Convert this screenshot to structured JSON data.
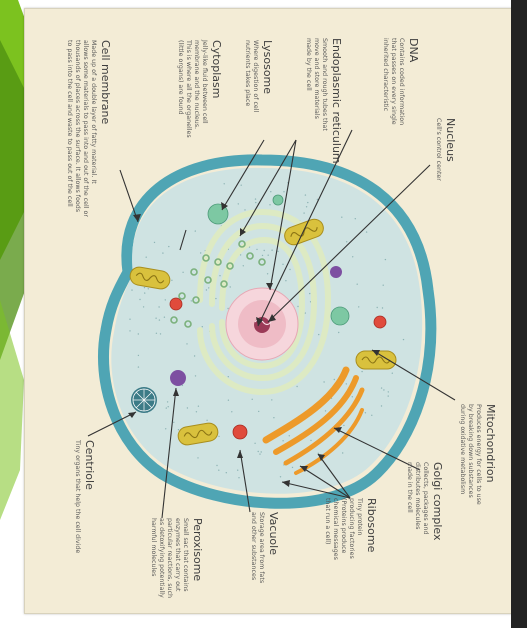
{
  "colors": {
    "slide_green": "#7cc21f",
    "slide_green_dark": "#4e8f12",
    "paper": "#f3ecd6",
    "cytoplasm": "#cfe3e2",
    "membrane": "#4fa5b4",
    "nucleus": "#efbcc6",
    "mitochondria": "#d9c13d",
    "golgi": "#ed9a2a",
    "red_dot": "#e04b3c",
    "green_dot": "#7dc8a3",
    "purple_dot": "#7d4fa1",
    "er": "#ddeac3"
  },
  "labels": {
    "nucleus": {
      "title": "Nucleus",
      "lines": [
        "Cell's control center"
      ]
    },
    "dna": {
      "title": "DNA",
      "lines": [
        "Contains coded information",
        "that passes on every single",
        "inherited characteristic"
      ]
    },
    "er": {
      "title": "Endoplasmic reticulum",
      "lines": [
        "Smooth and rough tubes that",
        "move and store materials",
        "made by the cell"
      ]
    },
    "lysosome": {
      "title": "Lysosome",
      "lines": [
        "Where digestion of cell",
        "nutrients takes place"
      ]
    },
    "cytoplasm": {
      "title": "Cytoplasm",
      "lines": [
        "Jelly-like fluid between cell",
        "membrane and the nucleus.",
        "This is where all the organelles",
        "(little organs) are found"
      ]
    },
    "membrane": {
      "title": "Cell membrane",
      "lines": [
        "Made up of a double layer of fatty material. It",
        "allows some materials to pass into and out of the cell or",
        "thousands of places across the surface. It allows foods",
        "to pass into the cell and waste to pass out of the cell"
      ]
    },
    "mitochondrion": {
      "title": "Mitochondrion",
      "lines": [
        "Produces energy for cells to use",
        "by breaking down substances",
        "during oxidative metabolism"
      ]
    },
    "golgi": {
      "title": "Golgi complex",
      "lines": [
        "Collects, packages and",
        "distributes molecules",
        "made in the cell"
      ]
    },
    "ribosome": {
      "title": "Ribosome",
      "lines": [
        "Tiny protein",
        "producing factories",
        "(Proteins produce",
        "chemical messages",
        "that run a cell)"
      ]
    },
    "vacuole": {
      "title": "Vacuole",
      "lines": [
        "Storage area from fats",
        "and other substances"
      ]
    },
    "peroxisome": {
      "title": "Peroxisome",
      "lines": [
        "Small sac that contains",
        "enzymes that carry out",
        "particular reactions, such",
        "as detoxifying potentially",
        "harmful molecules"
      ]
    },
    "centriole": {
      "title": "Centriole",
      "lines": [
        "Tiny organs that help the cell divide"
      ]
    }
  }
}
